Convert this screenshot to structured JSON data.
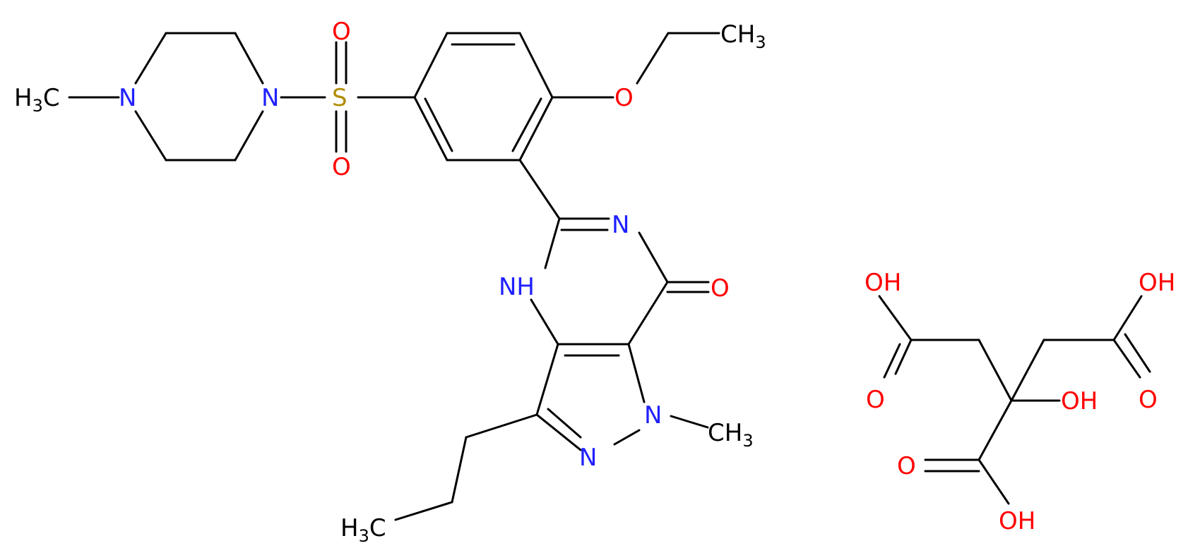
{
  "colors": {
    "carbon": "#000000",
    "nitrogen": "#2020ff",
    "oxygen": "#ff0000",
    "sulfur": "#b08c00",
    "background": "#ffffff"
  },
  "labels": {
    "methyl_piperazine": {
      "main": "H",
      "sub": "3",
      "tail": "C"
    },
    "n_piperazine_left": "N",
    "n_piperazine_right": "N",
    "sulfur": "S",
    "o_sulfonyl_top": "O",
    "o_sulfonyl_bottom": "O",
    "o_ether": "O",
    "ethyl_ch3": {
      "main": "CH",
      "sub": "3"
    },
    "n_pyrimidine": "N",
    "nh": "NH",
    "o_carbonyl": "O",
    "n_methyl": "N",
    "n_methyl_ch3": {
      "main": "CH",
      "sub": "3"
    },
    "n_pyrazole": "N",
    "propyl_ch3": {
      "main": "H",
      "sub": "3",
      "tail": "C"
    },
    "citric_oh_left": "OH",
    "citric_o_left": "O",
    "citric_oh_right": "OH",
    "citric_o_right": "O",
    "citric_oh_center": "OH",
    "citric_o_bottom": "O",
    "citric_oh_bottom": "OH"
  }
}
